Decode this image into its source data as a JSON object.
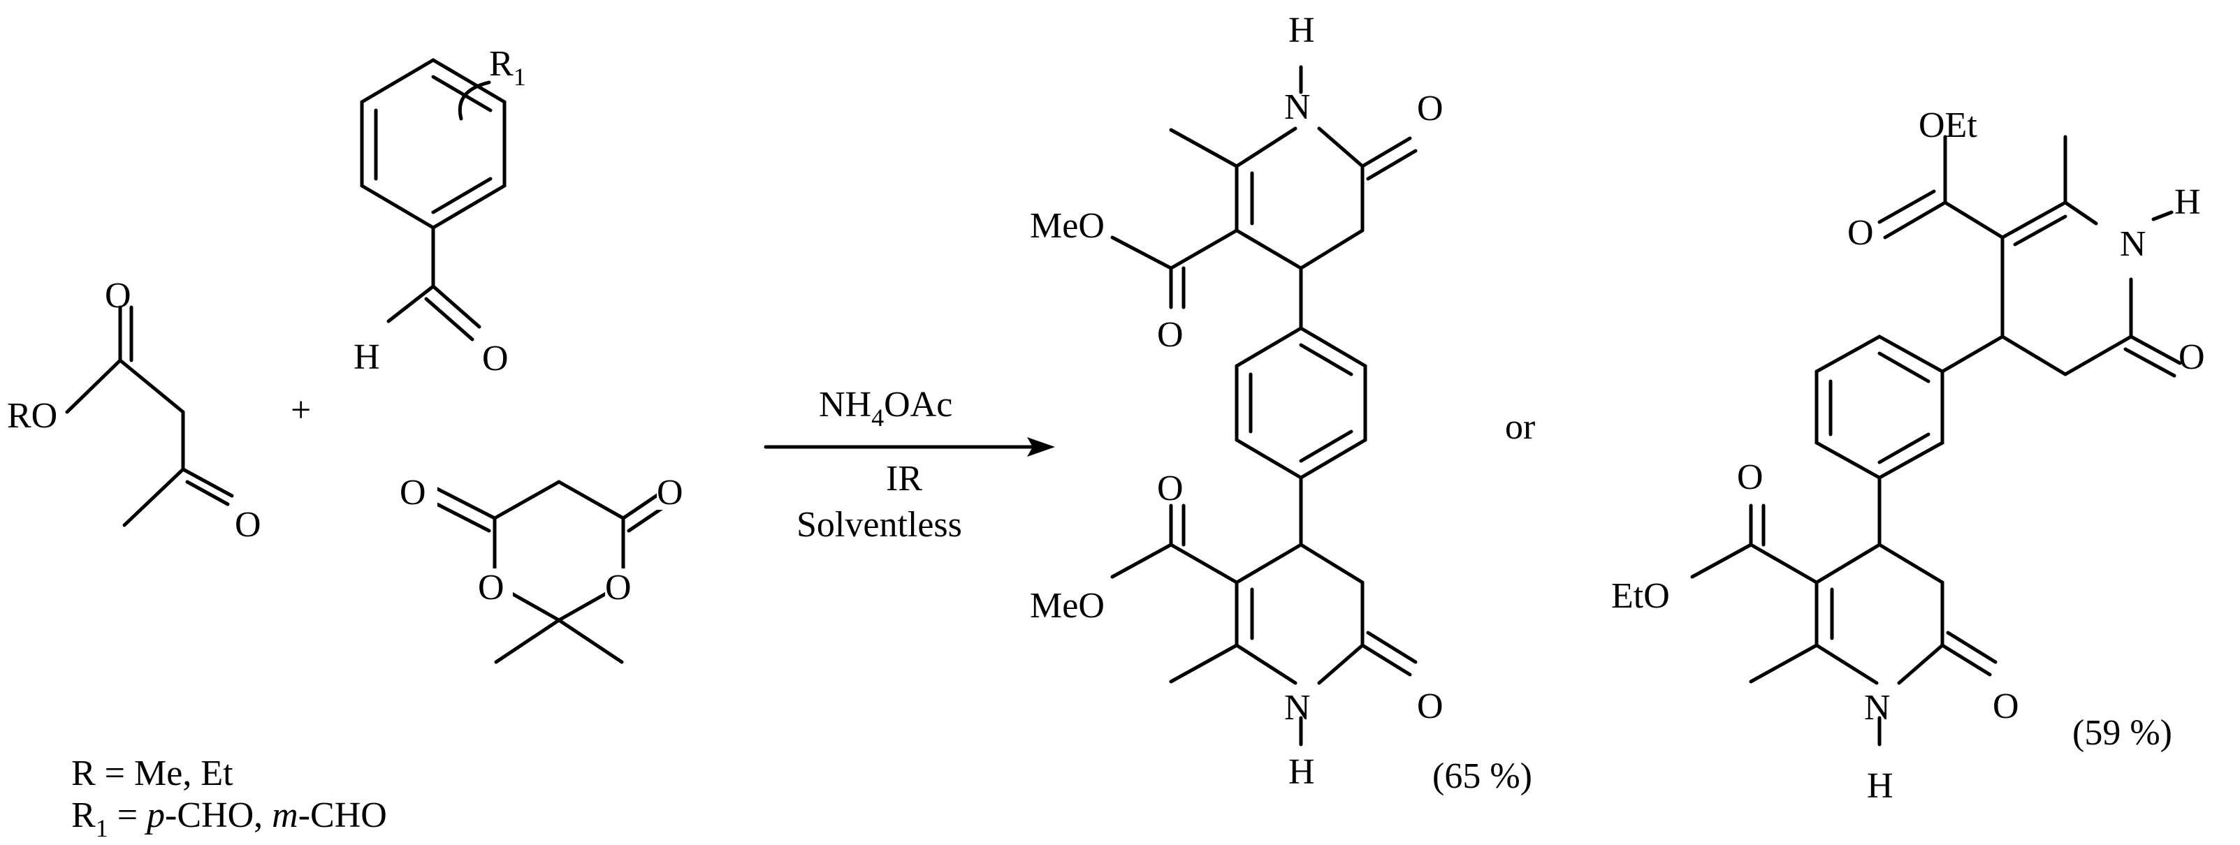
{
  "labels": {
    "ro": "RO",
    "o": "O",
    "h": "H",
    "n": "N",
    "r": "R",
    "sub1": "1",
    "sub4": "4",
    "meo": "MeO",
    "eto": "EtO",
    "oet": "OEt"
  },
  "plus": "+",
  "conditions": {
    "reagent_main": "NH",
    "reagent_sub": "4",
    "reagent_tail": "OAc",
    "line2": "IR",
    "line3": "Solventless"
  },
  "or_text": "or",
  "yields": {
    "product1": "(65 %)",
    "product2": "(59 %)"
  },
  "legend": {
    "r_line": "R = Me, Et",
    "r1_prefix": "R",
    "r1_sub": "1",
    "r1_eq": " = ",
    "r1_p": "p",
    "r1_mid": "-CHO, ",
    "r1_m": "m",
    "r1_tail": "-CHO"
  }
}
